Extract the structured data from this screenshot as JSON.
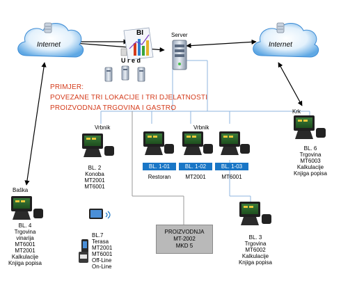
{
  "clouds": [
    {
      "id": "left",
      "label": "Internet"
    },
    {
      "id": "right",
      "label": "Internet"
    }
  ],
  "ured": {
    "bi_label": "BI",
    "label": "U r e d"
  },
  "server_label": "Server",
  "example_text": {
    "line1": "PRIMJER:",
    "line2": "POVEZANE TRI LOKACIJE I TRI DJELATNOSTI",
    "line3": "PROIZVODNJA TRGOVINA I GASTRO"
  },
  "locations": {
    "vrbnik_left": "Vrbnik",
    "vrbnik_center": "Vrbnik",
    "krk": "Krk",
    "baska": "Baška"
  },
  "bl1_tags": [
    "BL. 1-01",
    "BL. 1-02",
    "BL. 1-03"
  ],
  "bl1_captions": [
    "Restoran",
    "MT2001",
    "MT6001"
  ],
  "bl2": [
    "BL. 2",
    "Konoba",
    "MT2001",
    "MT6001"
  ],
  "bl6": [
    "BL. 6",
    "Trgovina",
    "MT6003",
    "Kalkulacije",
    "Knjiga popisa"
  ],
  "bl4": [
    "BL. 4",
    "Trgovina",
    "vinarija",
    "MT6001",
    "MT2001",
    "Kalkulacije",
    "Knjiga popisa"
  ],
  "bl7": [
    "BL.7",
    "Terasa",
    "MT2001",
    "MT6001",
    "Off-Line",
    "On-Line"
  ],
  "bl3": [
    "BL. 3",
    "Trgovina",
    "MT6002",
    "Kalkulacije",
    "Knjiga popisa"
  ],
  "production": [
    "PROIZVODNJA",
    "MT-2002",
    "MKD 5"
  ],
  "colors": {
    "connector": "#8fb5df",
    "tag_blue": "#1976c6",
    "red_text": "#d43a1a",
    "production_box": "#b9b9b9",
    "cloud": "#6aaee6"
  }
}
